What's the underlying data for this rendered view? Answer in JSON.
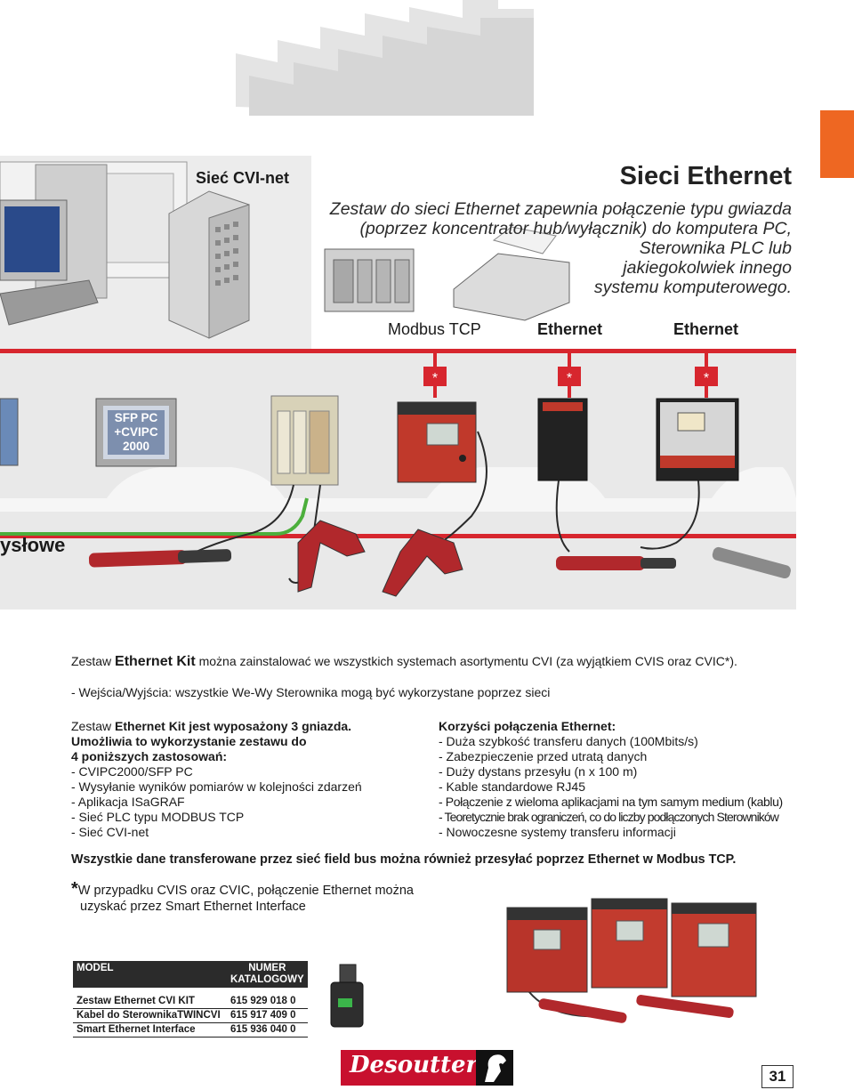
{
  "header": {
    "left_title": "Sieć CVI-net",
    "right_title": "Sieci Ethernet",
    "intro_lines": [
      "Zestaw do sieci Ethernet zapewnia połączenie typu gwiazda",
      "(poprzez koncentrator hub/wyłącznik) do komputera PC,",
      "Sterownika PLC lub",
      "jakiegokolwiek innego",
      "systemu komputerowego."
    ]
  },
  "diagram": {
    "labels": {
      "modbus": "Modbus TCP",
      "ethernet1": "Ethernet",
      "ethernet2": "Ethernet"
    },
    "screen_text": [
      "SFP PC",
      "+CVIPC",
      "2000"
    ],
    "side_word": "ysłowe",
    "colors": {
      "network_line": "#d7262e",
      "green_line": "#4caf3c",
      "controller_red": "#c0392b"
    }
  },
  "body": {
    "p1_prefix": "Zestaw",
    "p1_bold": "Ethernet Kit",
    "p1_rest": "można zainstalować we wszystkich systemach asortymentu CVI (za wyjątkiem CVIS oraz CVIC*).",
    "p2": "- Wejścia/Wyjścia: wszystkie We-Wy Sterownika mogą być wykorzystane poprzez sieci",
    "left_col": {
      "line1_prefix": "Zestaw",
      "line1_bold": "Ethernet Kit jest wyposażony 3 gniazda.",
      "line2": "Umożliwia to wykorzystanie zestawu do",
      "line3": "4 poniższych zastosowań:",
      "items": [
        "- CVIPC2000/SFP PC",
        "- Wysyłanie wyników pomiarów w kolejności zdarzeń",
        "- Aplikacja ISaGRAF",
        "- Sieć PLC typu MODBUS TCP",
        "- Sieć CVI-net"
      ]
    },
    "right_col": {
      "title": "Korzyści połączenia Ethernet:",
      "items": [
        "- Duża szybkość transferu danych (100Mbits/s)",
        "- Zabezpieczenie przed utratą danych",
        "- Duży dystans przesyłu (n x 100 m)",
        "- Kable standardowe RJ45",
        "- Połączenie z wieloma aplikacjami na tym samym medium (kablu)",
        "- Teoretycznie brak ograniczeń, co do liczby podłączonych Sterowników",
        "- Nowoczesne systemy transferu informacji"
      ]
    },
    "fieldbus_note": "Wszystkie dane transferowane przez sieć field bus można również przesyłać poprzez Ethernet w Modbus TCP.",
    "footnote_star": "*",
    "footnote_line1": "W przypadku CVIS oraz CVIC, połączenie Ethernet można",
    "footnote_line2": "uzyskać przez Smart Ethernet Interface"
  },
  "table": {
    "headers": {
      "model": "MODEL",
      "num1": "NUMER",
      "num2": "KATALOGOWY"
    },
    "rows": [
      {
        "model": "Zestaw Ethernet CVI KIT",
        "number": "615 929 018 0"
      },
      {
        "model": "Kabel do SterownikaTWINCVI",
        "number": "615 917 409 0"
      },
      {
        "model": "Smart Ethernet Interface",
        "number": "615 936 040 0"
      }
    ]
  },
  "footer": {
    "brand": "Desoutter",
    "page_number": "31"
  }
}
